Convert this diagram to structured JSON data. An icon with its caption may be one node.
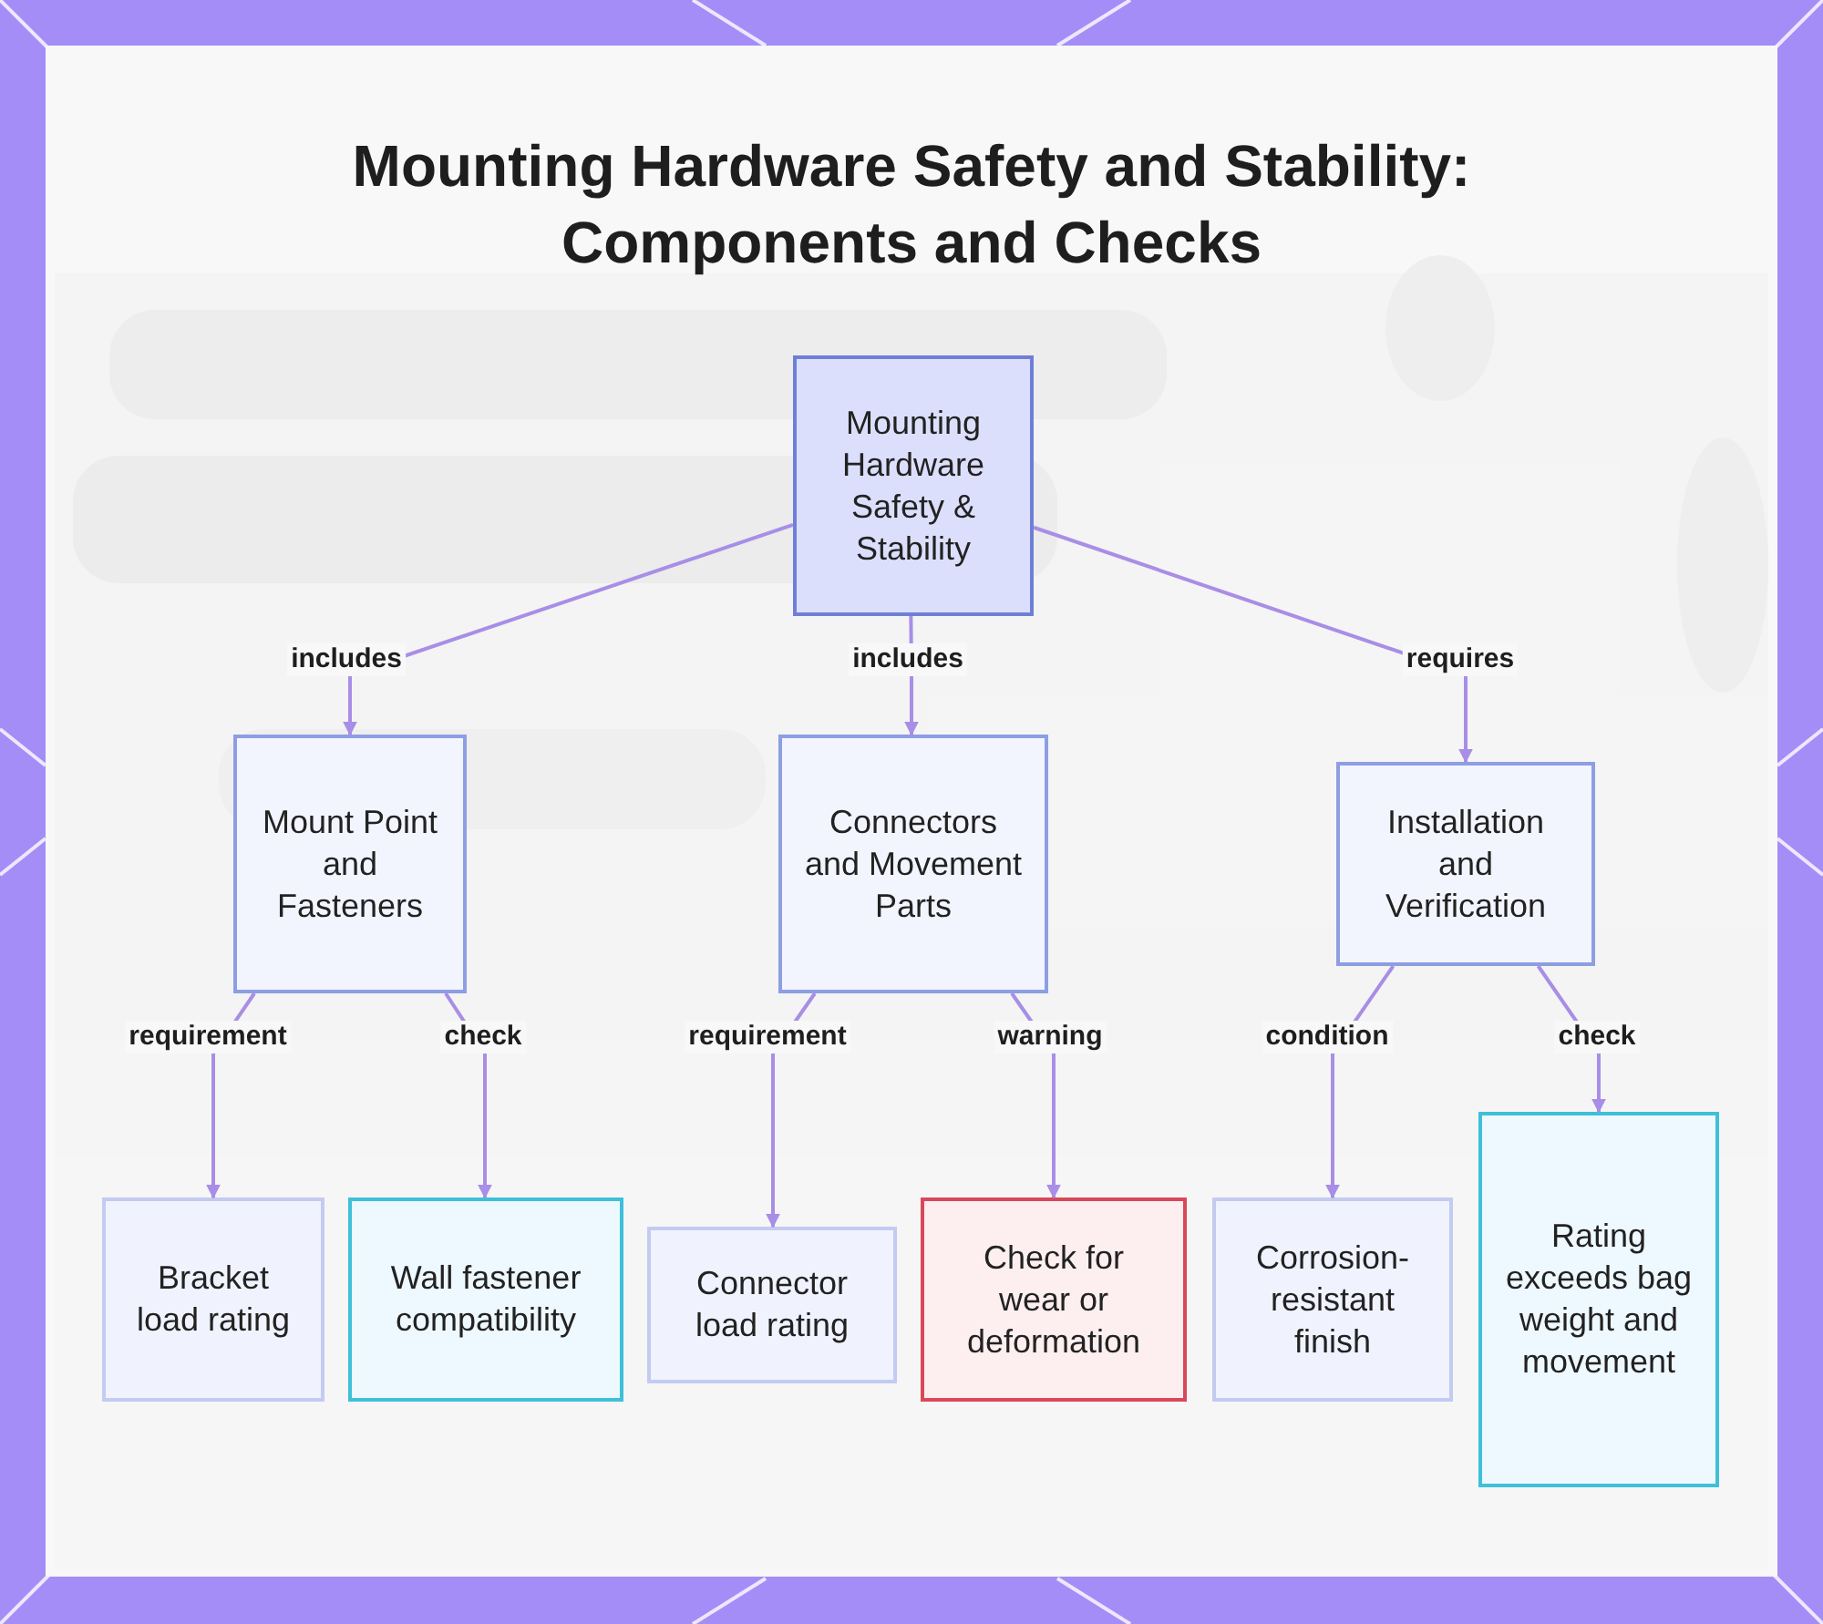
{
  "diagram": {
    "title": "Mounting Hardware Safety and Stability: Components and Checks",
    "nodes": [
      {
        "text": [
          "Mounting Hardware Safety & Stability"
        ]
      },
      {
        "text": [
          "Mount Point and Fasteners"
        ]
      },
      {
        "text": [
          "Connectors and Movement Parts"
        ]
      },
      {
        "text": [
          "Installation and Verification"
        ]
      },
      {
        "text": [
          "Bracket load rating"
        ]
      },
      {
        "text": [
          "Wall fastener compatibility"
        ]
      },
      {
        "text": [
          "Connector load rating"
        ]
      },
      {
        "text": [
          "Check for wear or deformation"
        ]
      },
      {
        "text": [
          "Corrosion-resistant finish"
        ]
      },
      {
        "text": [
          "Rating exceeds bag weight and movement"
        ]
      }
    ],
    "edges": [
      {
        "from": 0,
        "to": 1,
        "arrow": "to",
        "label": "includes"
      },
      {
        "from": 0,
        "to": 2,
        "arrow": "to",
        "label": "includes"
      },
      {
        "from": 0,
        "to": 3,
        "arrow": "to",
        "label": "requires"
      },
      {
        "from": 1,
        "to": 4,
        "arrow": "to",
        "label": "requirement"
      },
      {
        "from": 1,
        "to": 5,
        "arrow": "to",
        "label": "check"
      },
      {
        "from": 2,
        "to": 6,
        "arrow": "to",
        "label": "requirement"
      },
      {
        "from": 2,
        "to": 7,
        "arrow": "to",
        "label": "warning"
      },
      {
        "from": 3,
        "to": 8,
        "arrow": "to",
        "label": "condition"
      },
      {
        "from": 3,
        "to": 9,
        "arrow": "to",
        "label": "check"
      }
    ]
  }
}
